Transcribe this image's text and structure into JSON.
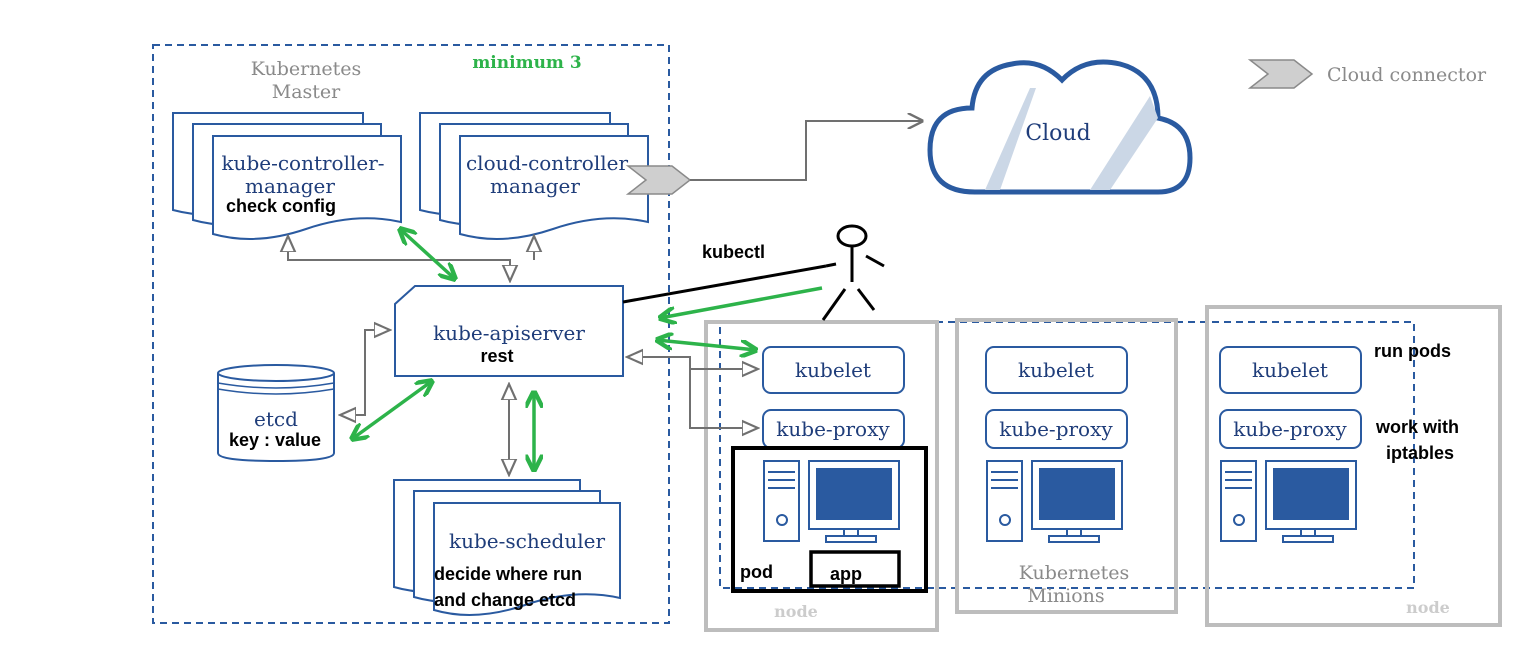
{
  "master": {
    "title_line1": "Kubernetes",
    "title_line2": "Master",
    "note": "minimum 3",
    "controller_manager": {
      "line1": "kube-controller-",
      "line2": "manager",
      "note": "check config"
    },
    "cloud_controller": {
      "line1": "cloud-controller",
      "line2": "manager"
    },
    "apiserver": {
      "label": "kube-apiserver",
      "note": "rest"
    },
    "etcd": {
      "label": "etcd",
      "note": "key : value"
    },
    "scheduler": {
      "label": "kube-scheduler",
      "note_line1": "decide where run",
      "note_line2": "and change etcd"
    }
  },
  "cloud": {
    "label": "Cloud"
  },
  "legend": {
    "label": "Cloud connector"
  },
  "user": {
    "label": "kubectl"
  },
  "minions": {
    "title_line1": "Kubernetes",
    "title_line2": "Minions",
    "nodes": [
      {
        "kubelet": "kubelet",
        "proxy": "kube-proxy",
        "node_label": "node",
        "pod_label": "pod",
        "app_label": "app"
      },
      {
        "kubelet": "kubelet",
        "proxy": "kube-proxy"
      },
      {
        "kubelet": "kubelet",
        "proxy": "kube-proxy",
        "node_label": "node",
        "note_kubelet": "run pods",
        "note_proxy_line1": "work with",
        "note_proxy_line2": "iptables"
      }
    ]
  },
  "colors": {
    "blue": "#2a5aa0",
    "navy": "#1f3d7a",
    "green": "#2db34a",
    "gray": "#bdbdbd",
    "arrow_gray": "#707070"
  }
}
